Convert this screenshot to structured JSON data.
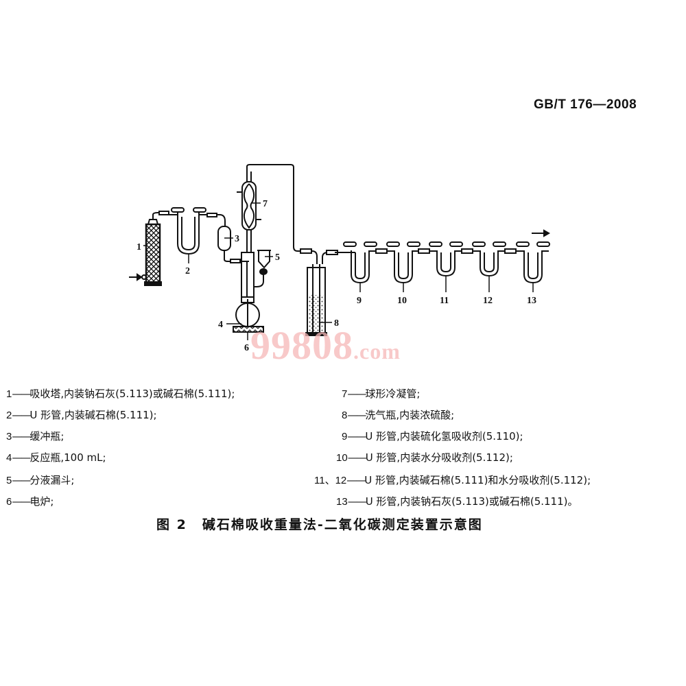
{
  "header": {
    "standard_code": "GB/T 176—2008"
  },
  "watermark": {
    "text": "99808",
    "domain_suffix": ".com",
    "color": "#f6b8b8"
  },
  "diagram": {
    "part_labels": [
      "1",
      "2",
      "3",
      "4",
      "5",
      "6",
      "7",
      "8",
      "9",
      "10",
      "11",
      "12",
      "13"
    ],
    "gas_in_arrow": "arrow-in-icon",
    "gas_out_arrow": "arrow-out-icon"
  },
  "legend": {
    "left": [
      {
        "num": "1",
        "dash": "——",
        "text": "吸收塔,内装钠石灰(5.113)或碱石棉(5.111);"
      },
      {
        "num": "2",
        "dash": "——",
        "text": "U 形管,内装碱石棉(5.111);"
      },
      {
        "num": "3",
        "dash": "——",
        "text": "缓冲瓶;"
      },
      {
        "num": "4",
        "dash": "——",
        "text": "反应瓶,100 mL;"
      },
      {
        "num": "5",
        "dash": "——",
        "text": "分液漏斗;"
      },
      {
        "num": "6",
        "dash": "——",
        "text": "电炉;"
      }
    ],
    "right": [
      {
        "num": "7",
        "dash": "——",
        "text": "球形冷凝管;"
      },
      {
        "num": "8",
        "dash": "——",
        "text": "洗气瓶,内装浓硫酸;"
      },
      {
        "num": "9",
        "dash": "——",
        "text": "U 形管,内装硫化氢吸收剂(5.110);"
      },
      {
        "num": "10",
        "dash": "——",
        "text": "U 形管,内装水分吸收剂(5.112);"
      },
      {
        "num": "11、12",
        "dash": "——",
        "text": "U 形管,内装碱石棉(5.111)和水分吸收剂(5.112);"
      },
      {
        "num": "13",
        "dash": "——",
        "text": "U 形管,内装钠石灰(5.113)或碱石棉(5.111)。"
      }
    ]
  },
  "caption": {
    "figure": "图 2",
    "title": "碱石棉吸收重量法-二氧化碳测定装置示意图"
  }
}
